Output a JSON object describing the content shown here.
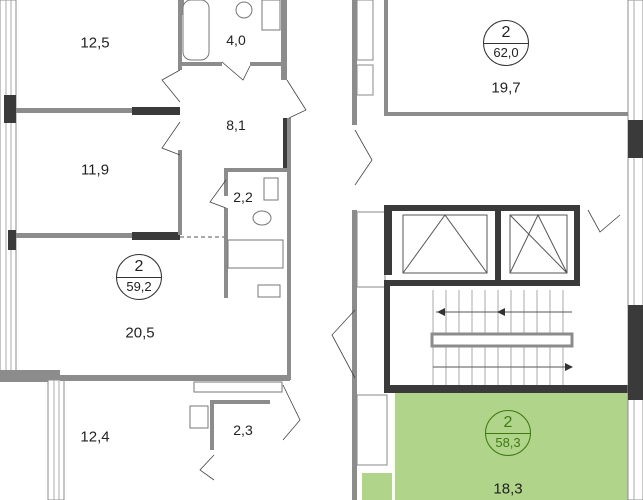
{
  "colors": {
    "selected_fill": "#b0d48a",
    "selected_text": "#3f7a12",
    "wall_dark": "#3a3a3a",
    "wall_light": "#8c8c8c"
  },
  "rooms": {
    "r1": "12,5",
    "r2": "4,0",
    "r3": "8,1",
    "r4": "11,9",
    "r5": "2,2",
    "r6": "20,5",
    "r7": "12,4",
    "r8": "2,3",
    "r9": "19,7",
    "r10": "18,3"
  },
  "apartments": [
    {
      "rooms": "2",
      "area": "59,2",
      "selected": false
    },
    {
      "rooms": "2",
      "area": "62,0",
      "selected": false
    },
    {
      "rooms": "2",
      "area": "58,3",
      "selected": true
    }
  ]
}
